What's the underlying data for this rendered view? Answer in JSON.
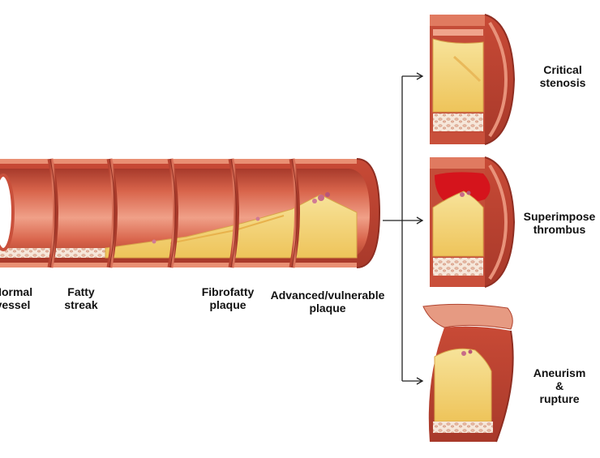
{
  "stages": [
    {
      "id": "normal",
      "label": "Normal\nvessel"
    },
    {
      "id": "fatty",
      "label": "Fatty\nstreak"
    },
    {
      "id": "fibrofatty",
      "label": "Fibrofatty\nplaque"
    },
    {
      "id": "advanced",
      "label": "Advanced/vulnerable\nplaque"
    }
  ],
  "outcomes": [
    {
      "id": "stenosis",
      "label": "Critical\nstenosis"
    },
    {
      "id": "thrombus",
      "label": "Superimpose\nthrombus"
    },
    {
      "id": "aneurysm",
      "label": "Aneurism\n&\nrupture"
    }
  ],
  "colors": {
    "vessel_wall": "#c9503b",
    "vessel_light": "#e9836a",
    "plaque": "#f3d675",
    "thrombus": "#d5141c",
    "connective": "#f4e4d7"
  }
}
